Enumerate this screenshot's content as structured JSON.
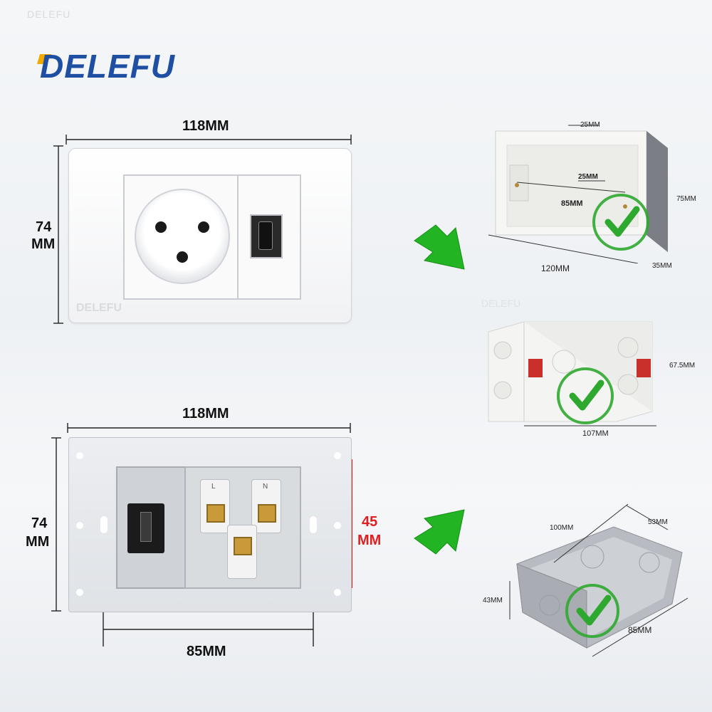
{
  "watermark": "DELEFU",
  "brand": {
    "logo_text": "DELEFU",
    "color": "#1f4fa3",
    "accent": "#f2a900"
  },
  "front_plate": {
    "width_label": "118MM",
    "height_label_line1": "74",
    "height_label_line2": "MM",
    "engraved_brand": "DELEFU"
  },
  "back_plate": {
    "width_label": "118MM",
    "height_label_line1": "74",
    "height_label_line2": "MM",
    "module_height_line1": "45",
    "module_height_line2": "MM",
    "screw_spacing_label": "85MM",
    "terminal_l": "L",
    "terminal_n": "N",
    "highlight_color": "#e02020"
  },
  "box_1": {
    "top_slot_label": "25MM",
    "inner_slot_label": "25MM",
    "screw_spacing_label": "85MM",
    "length_label": "120MM",
    "height_label": "75MM",
    "depth_label": "35MM",
    "watermark": "DELEFU"
  },
  "box_2": {
    "height_label": "67.5MM",
    "width_label": "107MM"
  },
  "box_3": {
    "length_label": "100MM",
    "width_label": "53MM",
    "height_label": "43MM",
    "depth_label": "85MM"
  },
  "colors": {
    "arrow_green": "#22b422",
    "check_green": "#2fa82f"
  }
}
